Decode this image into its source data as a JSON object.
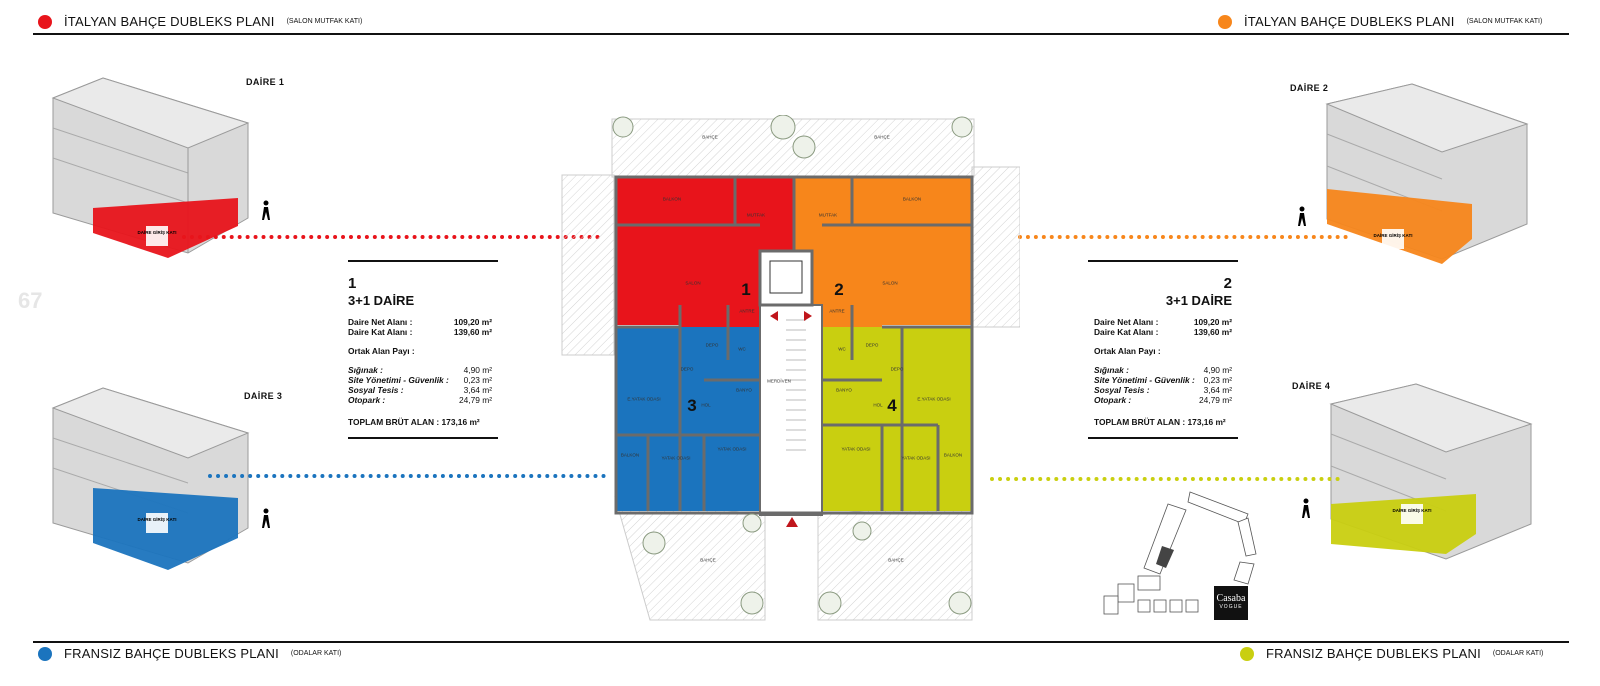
{
  "page_number": "67",
  "headers": {
    "top_left": {
      "title": "İTALYAN BAHÇE DUBLEKS PLANI",
      "subtitle": "(SALON MUTFAK KATI)",
      "color": "#e8141b"
    },
    "top_right": {
      "title": "İTALYAN BAHÇE DUBLEKS PLANI",
      "subtitle": "(SALON MUTFAK KATI)",
      "color": "#f7861b"
    },
    "bottom_left": {
      "title": "FRANSIZ BAHÇE DUBLEKS PLANI",
      "subtitle": "(ODALAR KATI)",
      "color": "#1b74be"
    },
    "bottom_right": {
      "title": "FRANSIZ BAHÇE DUBLEKS PLANI",
      "subtitle": "(ODALAR KATI)",
      "color": "#c9cf10"
    }
  },
  "daire_labels": {
    "d1": "DAİRE 1",
    "d2": "DAİRE 2",
    "d3": "DAİRE 3",
    "d4": "DAİRE 4"
  },
  "building_label": "DAİRE GİRİŞ KATI",
  "info_left": {
    "number": "1",
    "type": "3+1 DAİRE",
    "net_label": "Daire Net Alanı :",
    "net_value": "109,20 m²",
    "kat_label": "Daire Kat Alanı :",
    "kat_value": "139,60 m²",
    "ortak": "Ortak Alan Payı :",
    "items": [
      {
        "k": "Sığınak :",
        "v": "4,90 m²"
      },
      {
        "k": "Site Yönetimi - Güvenlik :",
        "v": "0,23 m²"
      },
      {
        "k": "Sosyal Tesis :",
        "v": "3,64 m²"
      },
      {
        "k": "Otopark :",
        "v": "24,79 m²"
      }
    ],
    "total": "TOPLAM BRÜT ALAN : 173,16 m²"
  },
  "info_right": {
    "number": "2",
    "type": "3+1 DAİRE",
    "net_label": "Daire Net Alanı :",
    "net_value": "109,20 m²",
    "kat_label": "Daire Kat Alanı :",
    "kat_value": "139,60 m²",
    "ortak": "Ortak Alan Payı :",
    "items": [
      {
        "k": "Sığınak :",
        "v": "4,90 m²"
      },
      {
        "k": "Site Yönetimi - Güvenlik :",
        "v": "0,23 m²"
      },
      {
        "k": "Sosyal Tesis :",
        "v": "3,64 m²"
      },
      {
        "k": "Otopark :",
        "v": "24,79 m²"
      }
    ],
    "total": "TOPLAM BRÜT ALAN : 173,16 m²"
  },
  "plan": {
    "unit_numbers": [
      "1",
      "2",
      "3",
      "4"
    ],
    "rooms": {
      "bahce": "BAHÇE",
      "balkon": "BALKON",
      "mutfak": "MUTFAK",
      "salon": "SALON",
      "antre": "ANTRE",
      "depo": "DEPO",
      "wc": "WC",
      "banyo": "BANYO",
      "hol": "HOL",
      "e_yatak": "E.YATAK ODASI",
      "yatak": "YATAK ODASI",
      "merdiven": "MERDİVEN"
    }
  },
  "logo": {
    "brand": "Casaba",
    "sub": "VOGUE"
  },
  "colors": {
    "red": "#e8141b",
    "orange": "#f7861b",
    "blue": "#1b74be",
    "yellow": "#c9cf10",
    "wall": "#6b6b6b"
  }
}
